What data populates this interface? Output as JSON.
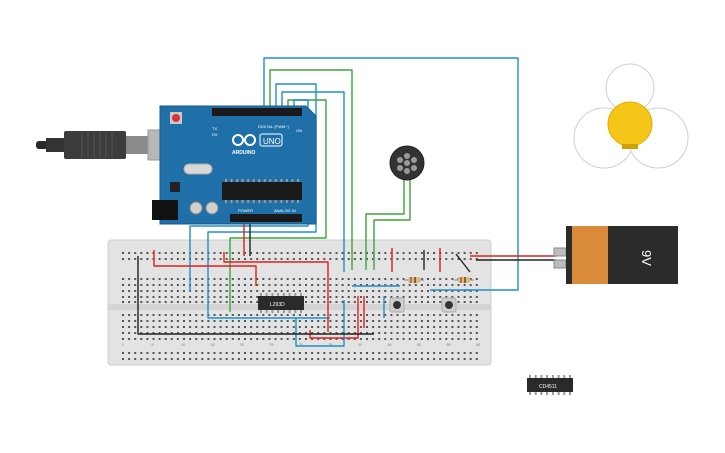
{
  "arduino": {
    "brand": "ARDUINO",
    "model": "UNO",
    "digital_label": "DIGITAL (PWM~)",
    "power_label": "POWER",
    "analog_label": "ANALOG IN",
    "on_label": "ON",
    "tx_label": "TX",
    "rx_label": "RX"
  },
  "breadboard": {
    "column_numbers": [
      "1",
      "5",
      "10",
      "15",
      "20",
      "25",
      "30",
      "35",
      "40",
      "45",
      "50",
      "55",
      "60"
    ]
  },
  "chips": {
    "driver_label": "L293D",
    "counter_label": "CD4511"
  },
  "battery": {
    "label": "9V"
  },
  "colors": {
    "board_blue": "#1f6fa8",
    "breadboard": "#e6e6e6",
    "wire_red": "#e02020",
    "wire_blue": "#1e90c8",
    "wire_green": "#3aa63a",
    "wire_black": "#222222",
    "battery_orange": "#d98a3a",
    "flower_yellow": "#f5c518"
  }
}
